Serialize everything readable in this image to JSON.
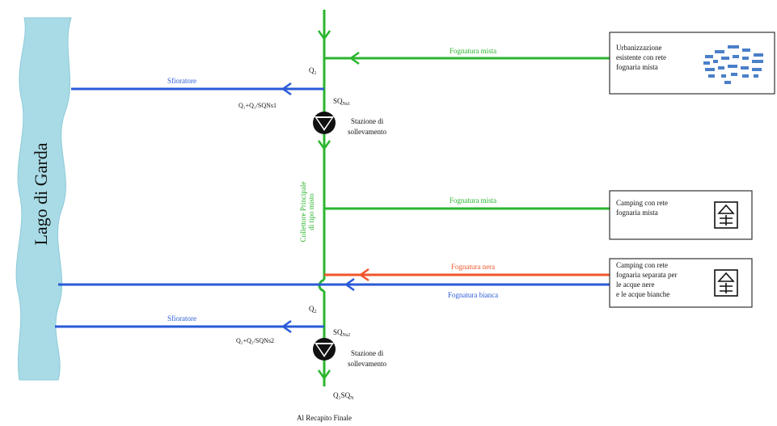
{
  "lake": {
    "label": "Lago di Garda"
  },
  "collector": {
    "label_line1": "Collettore Principale",
    "label_line2": "di tipo misto"
  },
  "pipes": {
    "top_mixed": "Fognatura mista",
    "middle_mixed": "Fognatura mista",
    "black": "Fognatura nera",
    "white": "Fognatura bianca",
    "overflow_top": "Sfioratore",
    "overflow_bottom": "Sfioratore"
  },
  "flows": {
    "q1_main": "Q",
    "q1_sub": "1",
    "sq_top_main": "SQ",
    "sq_top_sub": "Ns1",
    "overflow_top_formula": "Q₁+Q₁/SQNs1",
    "q2_main": "Q",
    "q2_sub": "2",
    "sq_bottom_main": "SQ",
    "sq_bottom_sub": "Ns2",
    "overflow_bottom_formula": "Q₂+Q₂/SQNs2",
    "final_main": "Q₁SQ",
    "final_sub": "N"
  },
  "stations": {
    "top": {
      "line1": "Stazione di",
      "line2": "sollevamento"
    },
    "bottom": {
      "line1": "Stazione di",
      "line2": "sollevamento"
    }
  },
  "boxes": {
    "urban": {
      "line1": "Urbanizzazione",
      "line2": "esistente con rete",
      "line3": "fognaria mista"
    },
    "camping_mixed": {
      "line1": "Camping con rete",
      "line2": "fognaria mista"
    },
    "camping_separate": {
      "line1": "Camping con rete",
      "line2": "fognaria separata per",
      "line3": "le acque nere",
      "line4": "e le acque bianche"
    }
  },
  "final": {
    "label": "Al Recapito Finale"
  },
  "colors": {
    "green": "#2bb52e",
    "blue": "#2a5bd7",
    "red": "#f0552b",
    "lake": "#a8dbe6",
    "station": "#111111"
  },
  "icons": {
    "city": "city-icon",
    "tent": "tent-icon",
    "pump": "pump-icon"
  }
}
